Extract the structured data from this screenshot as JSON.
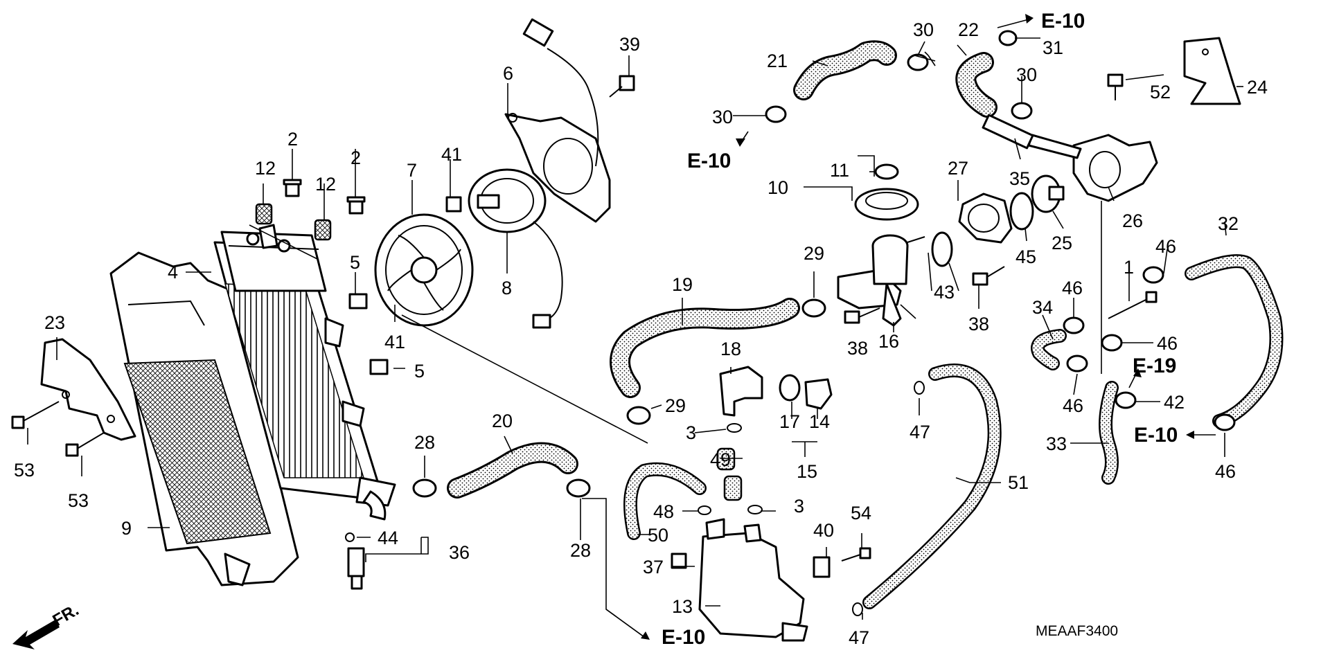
{
  "diagram_code": "MEAAF3400",
  "direction_label": "FR.",
  "refs": {
    "e10": "E-10",
    "e19": "E-19"
  },
  "parts": {
    "p1": "1",
    "p2": "2",
    "p3": "3",
    "p4": "4",
    "p5": "5",
    "p6": "6",
    "p7": "7",
    "p8": "8",
    "p9": "9",
    "p10": "10",
    "p11": "11",
    "p12": "12",
    "p13": "13",
    "p14": "14",
    "p15": "15",
    "p16": "16",
    "p17": "17",
    "p18": "18",
    "p19": "19",
    "p20": "20",
    "p21": "21",
    "p22": "22",
    "p23": "23",
    "p24": "24",
    "p25": "25",
    "p26": "26",
    "p27": "27",
    "p28": "28",
    "p29": "29",
    "p30": "30",
    "p31": "31",
    "p32": "32",
    "p33": "33",
    "p34": "34",
    "p35": "35",
    "p36": "36",
    "p37": "37",
    "p38": "38",
    "p39": "39",
    "p40": "40",
    "p41": "41",
    "p42": "42",
    "p43": "43",
    "p44": "44",
    "p45": "45",
    "p46": "46",
    "p47": "47",
    "p48": "48",
    "p49": "49",
    "p50": "50",
    "p51": "51",
    "p52": "52",
    "p53": "53",
    "p54": "54"
  }
}
